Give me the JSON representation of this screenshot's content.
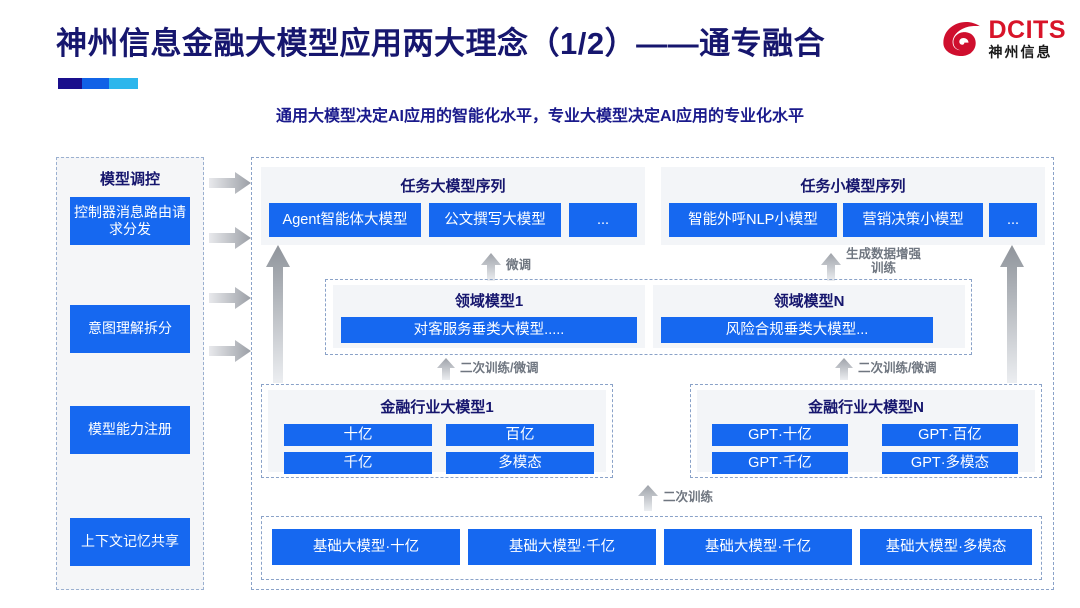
{
  "header": {
    "title": "神州信息金融大模型应用两大理念（1/2）——通专融合",
    "subtitle": "通用大模型决定AI应用的智能化水平，专业大模型决定AI应用的专业化水平",
    "logo": {
      "icon": "dcits-swirl-icon",
      "en": "DCITS",
      "cn": "神州信息",
      "color": "#d81429"
    },
    "accent_colors": [
      "#1a0f8c",
      "#1161e6",
      "#2cb6ec"
    ]
  },
  "colors": {
    "brand_blue": "#1668f0",
    "title_navy": "#16166e",
    "panel_bg": "#f3f5f8",
    "dashed_border": "#8aa2c8",
    "arrow_grey": "#9b9fa6"
  },
  "left_column": {
    "title": "模型调控",
    "items": [
      {
        "label": "控制器消息路由请求分发"
      },
      {
        "label": "意图理解拆分"
      },
      {
        "label": "模型能力注册"
      },
      {
        "label": "上下文记忆共享"
      }
    ]
  },
  "task_large": {
    "title": "任务大模型序列",
    "items": [
      "Agent智能体大模型",
      "公文撰写大模型",
      "..."
    ]
  },
  "task_small": {
    "title": "任务小模型序列",
    "items": [
      "智能外呼NLP小模型",
      "营销决策小模型",
      "..."
    ]
  },
  "domain_models": [
    {
      "title": "领域模型1",
      "label": "对客服务垂类大模型....."
    },
    {
      "title": "领域模型N",
      "label": "风险合规垂类大模型..."
    }
  ],
  "industry_models": [
    {
      "title": "金融行业大模型1",
      "items": [
        "十亿",
        "百亿",
        "千亿",
        "多模态"
      ]
    },
    {
      "title": "金融行业大模型N",
      "items": [
        "GPT·十亿",
        "GPT·百亿",
        "GPT·千亿",
        "GPT·多模态"
      ]
    }
  ],
  "foundation_models": {
    "items": [
      "基础大模型·十亿",
      "基础大模型·千亿",
      "基础大模型·千亿",
      "基础大模型·多模态"
    ]
  },
  "arrow_labels": {
    "finetune": "微调",
    "data_aug": "生成数据增强\n训练",
    "data_aug_line1": "生成数据增强",
    "data_aug_line2": "训练",
    "retrain_finetune_left": "二次训练/微调",
    "retrain_finetune_right": "二次训练/微调",
    "retrain": "二次训练"
  }
}
